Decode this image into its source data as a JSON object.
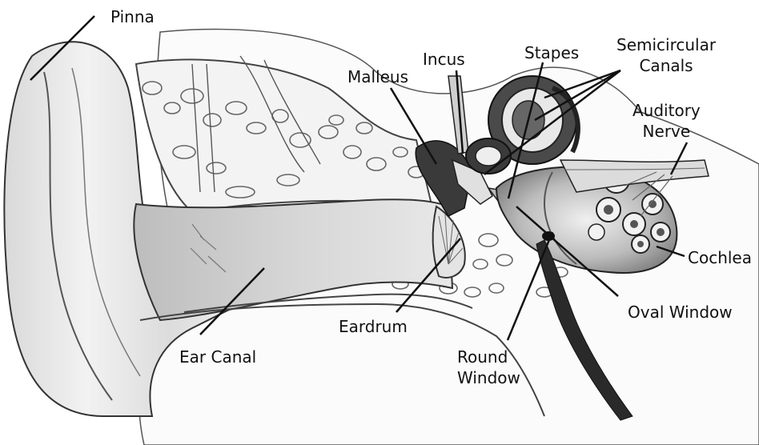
{
  "diagram": {
    "labels": {
      "pinna": "Pinna",
      "incus": "Incus",
      "stapes": "Stapes",
      "semicircular": [
        "Semicircular",
        "Canals"
      ],
      "malleus": "Malleus",
      "auditory_nerve": [
        "Auditory",
        "Nerve"
      ],
      "cochlea": "Cochlea",
      "oval_window": "Oval Window",
      "eardrum": "Eardrum",
      "ear_canal": "Ear Canal",
      "round_window": [
        "Round",
        "Window"
      ]
    },
    "colors": {
      "ink": "#111111",
      "skin_light": "#ececec",
      "skin_mid": "#cfcfcf",
      "skin_dark": "#9a9a9a",
      "bone": "#f6f6f6",
      "deep": "#2a2a2a"
    }
  }
}
